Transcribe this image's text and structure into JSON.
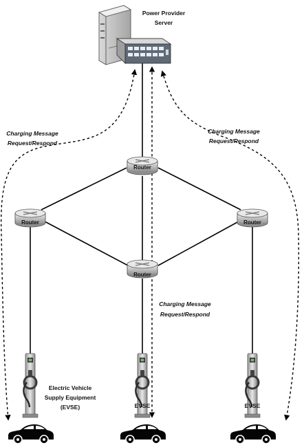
{
  "server": {
    "label_line1": "Power Provider",
    "label_line2": "Server"
  },
  "routers": [
    {
      "label": "Router"
    },
    {
      "label": "Router"
    },
    {
      "label": "Router"
    },
    {
      "label": "Router"
    }
  ],
  "messages": [
    {
      "line1": "Charging Message",
      "line2": "Request/Respond"
    },
    {
      "line1": "Charging Message",
      "line2": "Request/Respond"
    },
    {
      "line1": "Charging Message",
      "line2": "Request/Respond"
    }
  ],
  "evse": {
    "left_line1": "Electric Vehicle",
    "left_line2": "Supply Equipment",
    "left_line3": "(EVSE)",
    "center_label": "EVSE",
    "right_label": "EVSE"
  },
  "icons": {
    "server": "server-icon",
    "switch": "network-switch-icon",
    "router": "router-icon",
    "charger": "ev-charger-icon",
    "car": "car-icon"
  }
}
